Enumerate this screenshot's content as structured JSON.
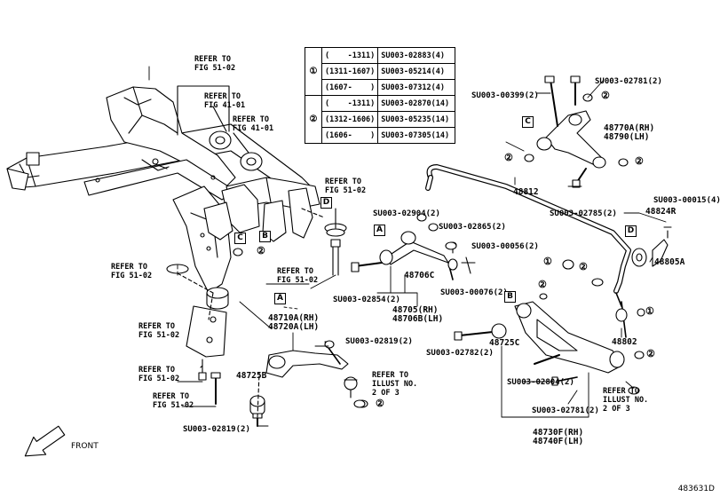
{
  "legend": {
    "groups": [
      {
        "marker": "①",
        "rows": [
          {
            "range": "(    -1311)",
            "part": "SU003-02883(4)"
          },
          {
            "range": "(1311-1607)",
            "part": "SU003-05214(4)"
          },
          {
            "range": "(1607-    )",
            "part": "SU003-07312(4)"
          }
        ]
      },
      {
        "marker": "②",
        "rows": [
          {
            "range": "(    -1311)",
            "part": "SU003-02870(14)"
          },
          {
            "range": "(1312-1606)",
            "part": "SU003-05235(14)"
          },
          {
            "range": "(1606-    )",
            "part": "SU003-07305(14)"
          }
        ]
      }
    ]
  },
  "refs": {
    "r1": "REFER TO\nFIG 51-02",
    "r2": "REFER TO\nFIG 41-01",
    "r3": "REFER TO\nFIG 41-01",
    "r4": "REFER TO\nFIG 51-02",
    "r5": "REFER TO\nFIG 51-02",
    "r6": "REFER TO\nFIG 51-02",
    "r7": "REFER TO\nFIG 51-02",
    "r8": "REFER TO\nFIG 51-02",
    "r9": "REFER TO\nFIG 51-02",
    "r10": "REFER TO\nILLUST NO.\n2 OF 3",
    "r11": "REFER TO\nILLUST NO.\n2 OF 3"
  },
  "parts": {
    "p_00399": "SU003-00399(2)",
    "p_02781a": "SU003-02781(2)",
    "p_48770": "48770A(RH)\n48790(LH)",
    "p_48812": "48812",
    "p_02785": "SU003-02785(2)",
    "p_00015": "SU003-00015(4)",
    "p_48824": "48824R",
    "p_48805": "48805A",
    "p_02904": "SU003-02904(2)",
    "p_02865": "SU003-02865(2)",
    "p_00056": "SU003-00056(2)",
    "p_48706c": "48706C",
    "p_02854": "SU003-02854(2)",
    "p_00076": "SU003-00076(2)",
    "p_48705": "48705(RH)\n48706B(LH)",
    "p_48710": "48710A(RH)\n48720A(LH)",
    "p_02819a": "SU003-02819(2)",
    "p_48725b": "48725B",
    "p_02819b": "SU003-02819(2)",
    "p_48725c": "48725C",
    "p_02782": "SU003-02782(2)",
    "p_48802": "48802",
    "p_02804": "SU003-02804(2)",
    "p_02781b": "SU003-02781(2)",
    "p_48730": "48730F(RH)\n48740F(LH)"
  },
  "boxes": {
    "a1": "A",
    "a2": "A",
    "b1": "B",
    "b2": "B",
    "c1": "C",
    "c2": "C",
    "d1": "D",
    "d2": "D"
  },
  "front_label": "FRONT",
  "figure_id": "483631D"
}
